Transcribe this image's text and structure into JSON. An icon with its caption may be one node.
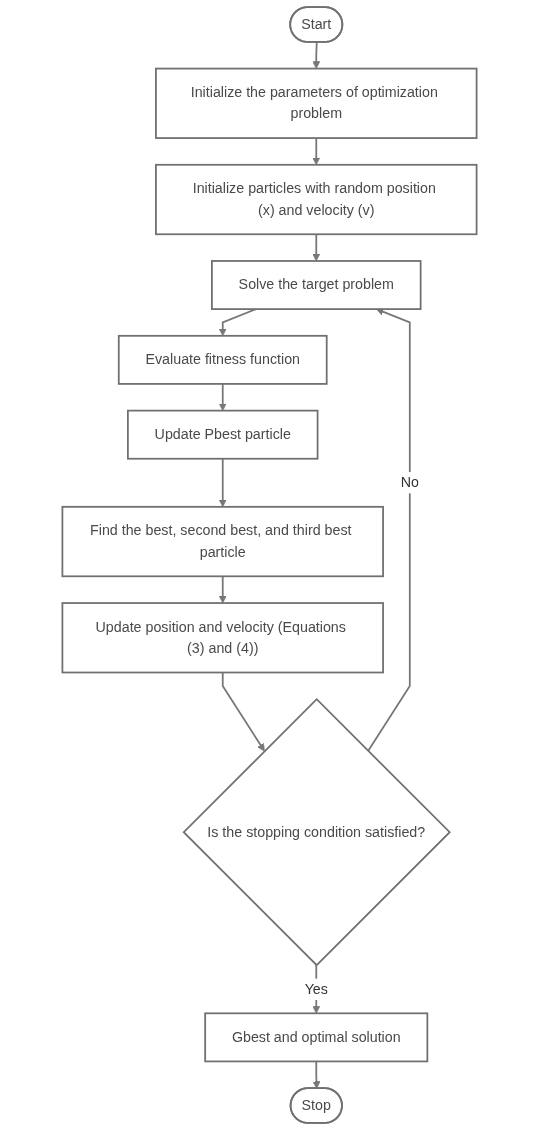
{
  "diagram": {
    "nodes": [
      {
        "text": [
          "Start"
        ]
      },
      {
        "text": [
          "Initialize the parameters of optimization problem"
        ]
      },
      {
        "text": [
          "Initialize particles with random position (x) and velocity (v)"
        ]
      },
      {
        "text": [
          "Solve the target problem"
        ]
      },
      {
        "text": [
          "Evaluate fitness function"
        ]
      },
      {
        "text": [
          "Update Pbest particle"
        ]
      },
      {
        "text": [
          "Find the best, second best, and third best particle"
        ]
      },
      {
        "text": [
          "Update position and velocity (Equations (3) and (4))"
        ]
      },
      {
        "text": [
          "Is the stopping condition satisfied?"
        ]
      },
      {
        "text": [
          "Gbest and optimal solution"
        ]
      },
      {
        "text": [
          "Stop"
        ]
      }
    ],
    "edges": [
      {
        "from": 0,
        "to": 1,
        "arrow": "to"
      },
      {
        "from": 1,
        "to": 2,
        "arrow": "to"
      },
      {
        "from": 2,
        "to": 3,
        "arrow": "to"
      },
      {
        "from": 3,
        "to": 4,
        "arrow": "to"
      },
      {
        "from": 4,
        "to": 5,
        "arrow": "to"
      },
      {
        "from": 5,
        "to": 6,
        "arrow": "to"
      },
      {
        "from": 6,
        "to": 7,
        "arrow": "to"
      },
      {
        "from": 7,
        "to": 8,
        "arrow": "to"
      },
      {
        "from": 8,
        "to": 3,
        "arrow": "to",
        "label": "No"
      },
      {
        "from": 8,
        "to": 9,
        "arrow": "to",
        "label": "Yes"
      },
      {
        "from": 9,
        "to": 10,
        "arrow": "to"
      }
    ]
  }
}
